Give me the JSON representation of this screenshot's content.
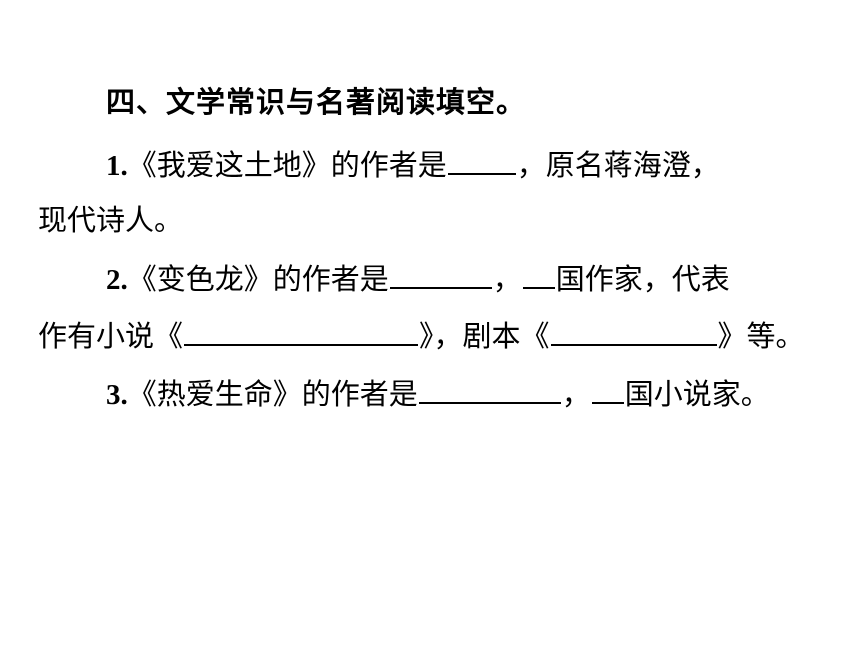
{
  "section_title": "四、文学常识与名著阅读填空。",
  "q1": {
    "num": "1",
    "dot": ".",
    "part1": "《我爱这土地》的作者是",
    "part2": "，原名蒋海澄，",
    "part3": "现代诗人。"
  },
  "q2": {
    "num": "2",
    "dot": ".",
    "part1": "《变色龙》的作者是",
    "part2": "，",
    "part3": "国作家，代表",
    "part4": "作有小说《",
    "part5": "》，剧本《",
    "part6": "》等。"
  },
  "q3": {
    "num": "3",
    "dot": ".",
    "part1": "《热爱生命》的作者是",
    "part2": "，",
    "part3": "国小说家。"
  }
}
